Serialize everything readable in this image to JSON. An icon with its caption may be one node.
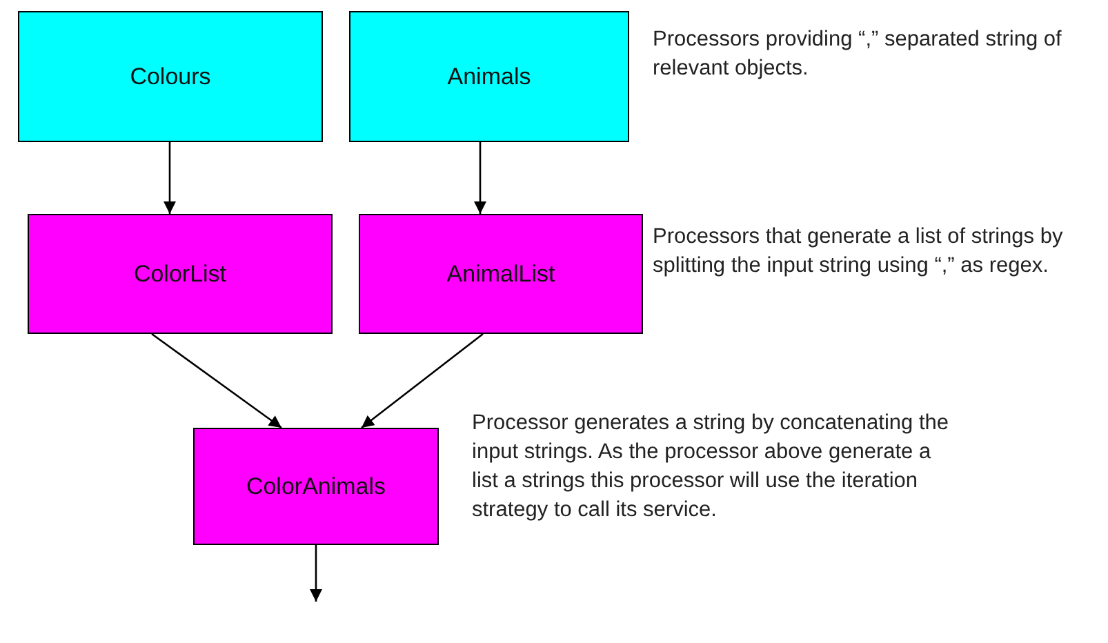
{
  "diagram": {
    "nodes": [
      {
        "text": [
          "Colours"
        ]
      },
      {
        "text": [
          "Animals"
        ]
      },
      {
        "text": [
          "ColorList"
        ]
      },
      {
        "text": [
          "AnimalList"
        ]
      },
      {
        "text": [
          "ColorAnimals"
        ]
      }
    ],
    "edges": [
      {
        "from": 0,
        "to": 2,
        "arrow": "to"
      },
      {
        "from": 1,
        "to": 3,
        "arrow": "to"
      },
      {
        "from": 2,
        "to": 4,
        "arrow": "to"
      },
      {
        "from": 3,
        "to": 4,
        "arrow": "to"
      },
      {
        "from": 4,
        "to": null,
        "arrow": "to"
      }
    ],
    "labels": [
      "Processors providing “,” separated string of relevant objects.",
      "Processors that generate a list of strings by splitting the input string using “,” as regex.",
      "Processor generates a string by concatenating the input strings. As the processor above generate a list a strings this processor will use the iteration strategy to call its service."
    ]
  }
}
